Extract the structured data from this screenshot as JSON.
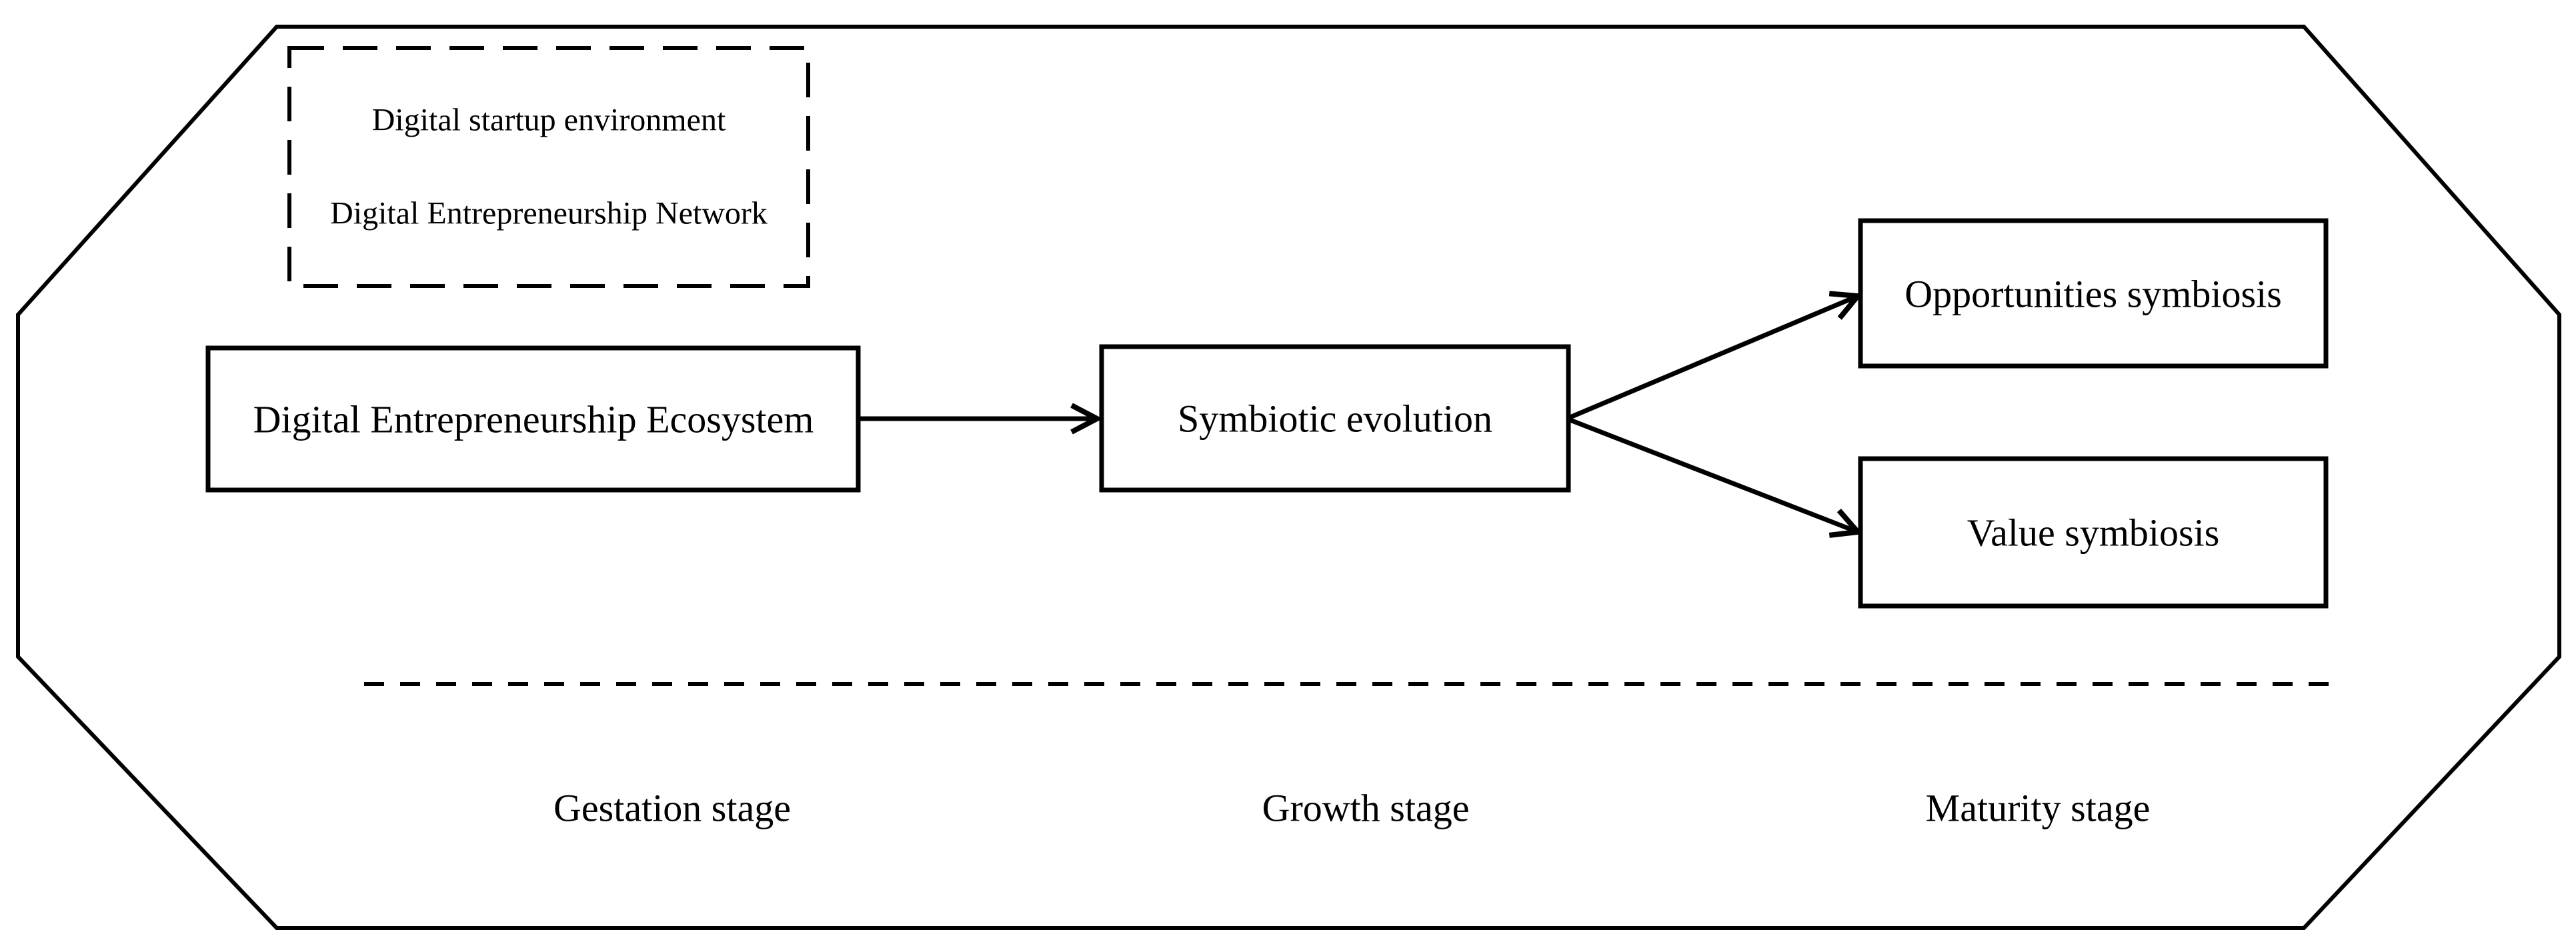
{
  "figure": {
    "description": "Flow diagram of digital entrepreneurship ecosystem symbiotic evolution across stages",
    "colors": {
      "ink": "#000000",
      "background": "#ffffff"
    },
    "environment_box": {
      "line1": "Digital startup environment",
      "line2": "Digital Entrepreneurship Network"
    },
    "nodes": {
      "ecosystem": {
        "label": "Digital Entrepreneurship Ecosystem"
      },
      "evolution": {
        "label": "Symbiotic evolution"
      },
      "opportunities": {
        "label": "Opportunities symbiosis"
      },
      "value": {
        "label": "Value symbiosis"
      }
    },
    "edges": [
      {
        "from": "ecosystem",
        "to": "evolution"
      },
      {
        "from": "evolution",
        "to": "opportunities"
      },
      {
        "from": "evolution",
        "to": "value"
      }
    ],
    "stages": {
      "gestation": {
        "label": "Gestation stage"
      },
      "growth": {
        "label": "Growth stage"
      },
      "maturity": {
        "label": "Maturity stage"
      }
    }
  }
}
